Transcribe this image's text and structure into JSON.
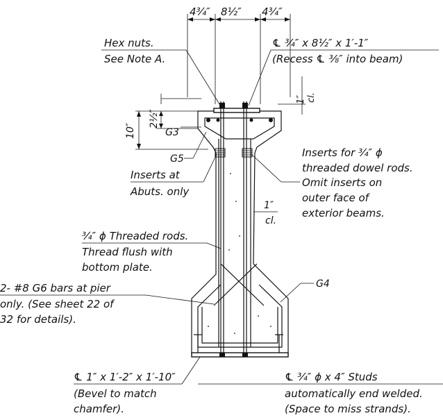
{
  "dimensions": {
    "left_flange": "4¾″",
    "web": "8½″",
    "right_flange": "4¾″",
    "height_10": "10″",
    "height_2_5": "2½″",
    "clear_top": "1″",
    "clear_top_unit": "cl.",
    "clear_web": "1″",
    "clear_web_unit": "cl."
  },
  "labels": {
    "hex_nuts_1": "Hex nuts.",
    "hex_nuts_2": "See Note A.",
    "plate_top_1": "℄ ¾″ x 8½″ x 1′-1″",
    "plate_top_2": "(Recess  ℄ ⅜″ into beam)",
    "g3": "G3",
    "g5": "G5",
    "g4": "G4",
    "inserts_abuts_1": "Inserts at",
    "inserts_abuts_2": "Abuts. only",
    "inserts_dowel_1": "Inserts for ¾″ ϕ",
    "inserts_dowel_2": "threaded dowel rods.",
    "inserts_dowel_3": "Omit inserts on",
    "inserts_dowel_4": "outer face of",
    "inserts_dowel_5": "exterior beams.",
    "rods_1": "¾″ ϕ Threaded rods.",
    "rods_2": "Thread flush with",
    "rods_3": "bottom plate.",
    "bars_1": "2- #8 G6 bars at pier",
    "bars_2": "only.  (See sheet 22 of",
    "bars_3": "32 for details).",
    "plate_bottom_1": "℄ 1″ x 1′-2″ x 1′-10″",
    "plate_bottom_2": "(Bevel to match",
    "plate_bottom_3": "chamfer).",
    "studs_1": "℄ ¾″ ϕ x 4″ Studs",
    "studs_2": "automatically end welded.",
    "studs_3": "(Space to miss strands)."
  }
}
